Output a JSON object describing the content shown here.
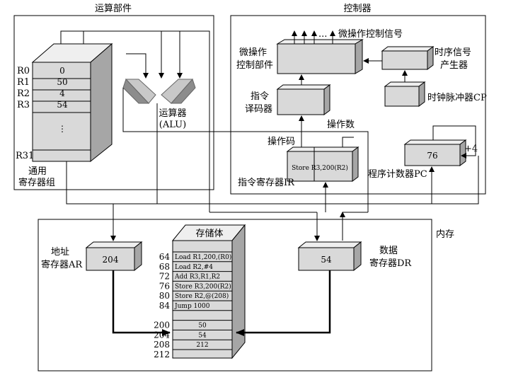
{
  "sections": {
    "alu_unit": "运算部件",
    "controller": "控制器",
    "memory": "内存"
  },
  "registers": {
    "names": [
      "R0",
      "R1",
      "R2",
      "R3"
    ],
    "values": [
      "0",
      "50",
      "4",
      "54"
    ],
    "ellipsis": "⋮",
    "last_name": "R31",
    "group_label_line1": "通用",
    "group_label_line2": "寄存器组"
  },
  "alu": {
    "label_line1": "运算器",
    "label_line2": "(ALU)"
  },
  "control": {
    "signals_ellipsis": "...",
    "signals_label": "微操作控制信号",
    "micro_op_line1": "微操作",
    "micro_op_line2": "控制部件",
    "timing_line1": "时序信号",
    "timing_line2": "产生器",
    "clock_label": "时钟脉冲器CP",
    "decoder_line1": "指令",
    "decoder_line2": "译码器",
    "opcode_label": "操作码",
    "operand_label": "操作数",
    "ir_content": "Store R3,200(R2)",
    "ir_label": "指令寄存器IR",
    "pc_value": "76",
    "pc_increment": "+4",
    "pc_label": "程序计数器PC"
  },
  "memory": {
    "title": "存储体",
    "ar_line1": "地址",
    "ar_line2": "寄存器AR",
    "ar_value": "204",
    "dr_line1": "数据",
    "dr_line2": "寄存器DR",
    "dr_value": "54",
    "rows": [
      {
        "addr": "64",
        "content": "Load R1,200,(R0)"
      },
      {
        "addr": "68",
        "content": "Load R2,#4"
      },
      {
        "addr": "72",
        "content": "Add R3,R1,R2"
      },
      {
        "addr": "76",
        "content": "Store R3,200(R2)"
      },
      {
        "addr": "80",
        "content": "Store R2,@(208)"
      },
      {
        "addr": "84",
        "content": "Jump 1000"
      },
      {
        "addr": "",
        "content": ""
      },
      {
        "addr": "200",
        "content": "50"
      },
      {
        "addr": "204",
        "content": "54"
      },
      {
        "addr": "208",
        "content": "212"
      },
      {
        "addr": "212",
        "content": ""
      }
    ]
  },
  "colors": {
    "box_front": "#d9d9d9",
    "box_top": "#efefef",
    "box_side": "#a6a6a6",
    "alu_light": "#c8c8c8",
    "alu_dark": "#8c8c8c"
  }
}
